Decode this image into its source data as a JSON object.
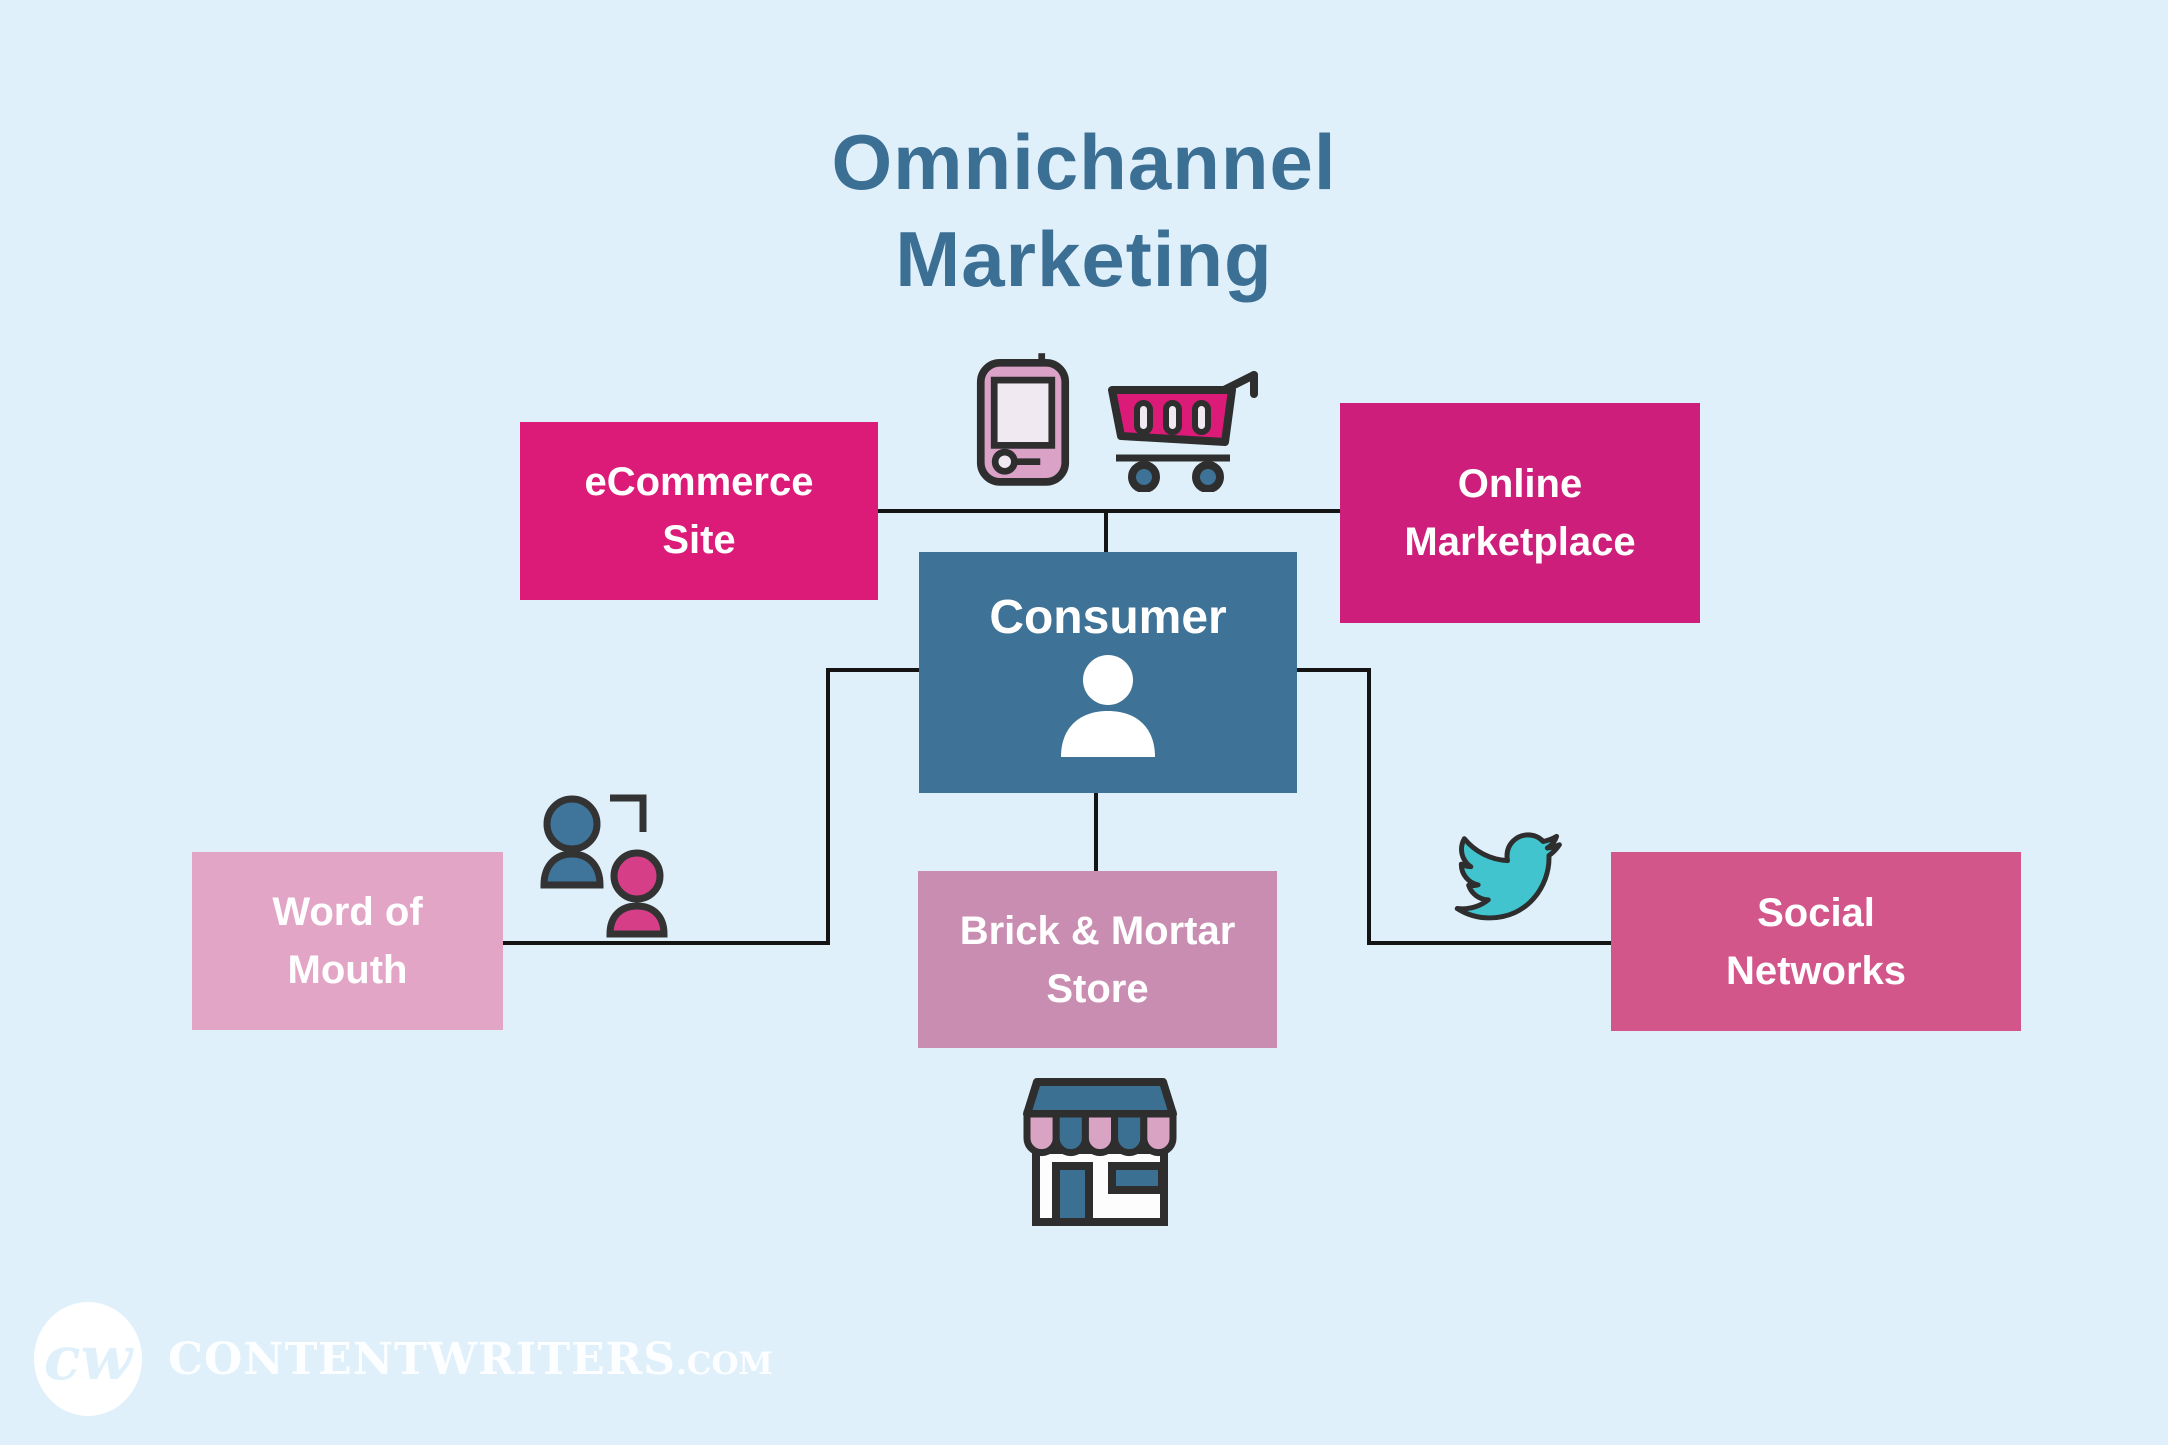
{
  "title": {
    "line1": "Omnichannel",
    "line2": "Marketing"
  },
  "nodes": {
    "consumer": {
      "label": "Consumer"
    },
    "ecommerce": {
      "line1": "eCommerce",
      "line2": "Site"
    },
    "marketplace": {
      "line1": "Online",
      "line2": "Marketplace"
    },
    "word_of_mouth": {
      "line1": "Word of",
      "line2": "Mouth"
    },
    "brick_mortar": {
      "line1": "Brick & Mortar",
      "line2": "Store"
    },
    "social": {
      "line1": "Social",
      "line2": "Networks"
    }
  },
  "icons": {
    "top_left": "mobile-device-icon",
    "top_right": "shopping-cart-icon",
    "left": "word-of-mouth-people-icon",
    "right": "twitter-bird-icon",
    "bottom": "storefront-icon",
    "consumer": "person-icon"
  },
  "footer": {
    "logo_monogram": "cw",
    "brand": "CONTENTWRITERS",
    "brand_suffix": ".COM"
  },
  "colors": {
    "background": "#dff0fb",
    "title": "#3c6f94",
    "consumer_blue": "#3e7296",
    "magenta_bright": "#dc1b78",
    "magenta_deep": "#cc1e7a",
    "pink_light": "#e3a5c5",
    "pink_mauve": "#c98db1",
    "pink_medium": "#d3568b",
    "teal": "#42c4ce",
    "line": "#141414"
  }
}
